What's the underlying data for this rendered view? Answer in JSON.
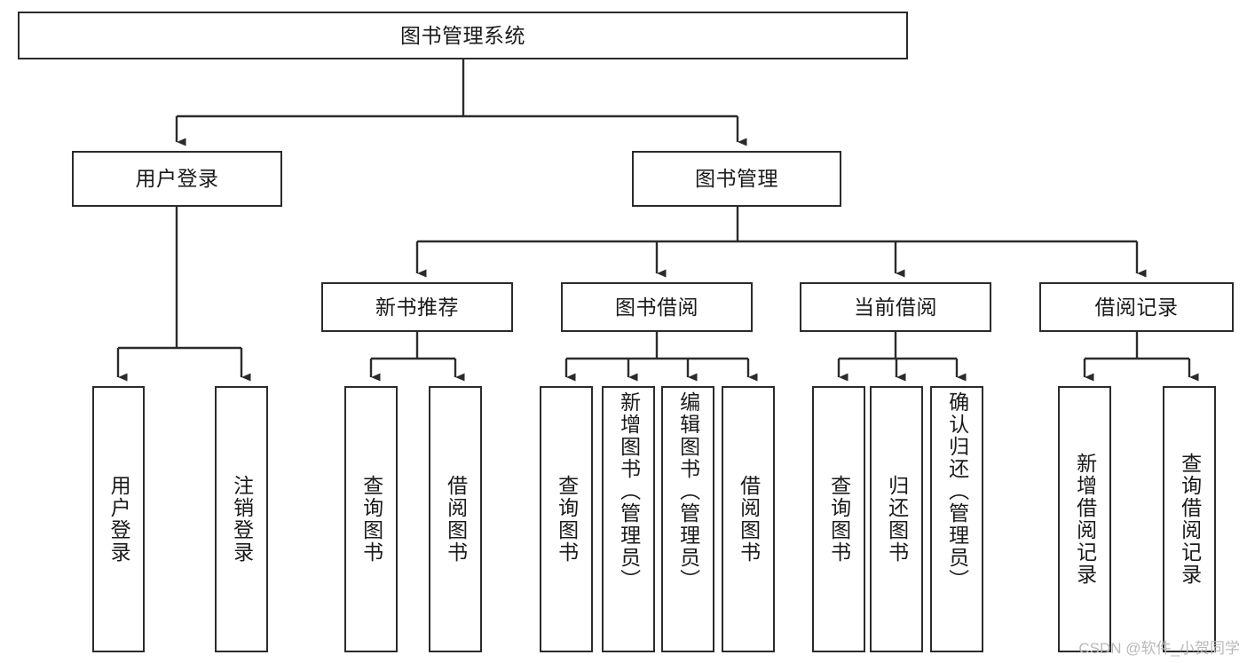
{
  "diagram": {
    "title": "图书管理系统",
    "type": "tree-hierarchy",
    "orientation": "top-down",
    "root": {
      "label": "图书管理系统"
    },
    "level2": [
      {
        "label": "用户登录"
      },
      {
        "label": "图书管理"
      }
    ],
    "level3": [
      {
        "label": "新书推荐"
      },
      {
        "label": "图书借阅"
      },
      {
        "label": "当前借阅"
      },
      {
        "label": "借阅记录"
      }
    ],
    "leaves": {
      "user_login": [
        {
          "label": "用户登录"
        },
        {
          "label": "注销登录"
        }
      ],
      "new_book_recommend": [
        {
          "label": "查询图书"
        },
        {
          "label": "借阅图书"
        }
      ],
      "book_borrow": [
        {
          "label": "查询图书"
        },
        {
          "label": "新增图书（管理员）"
        },
        {
          "label": "编辑图书（管理员）"
        },
        {
          "label": "借阅图书"
        }
      ],
      "current_borrow": [
        {
          "label": "查询图书"
        },
        {
          "label": "归还图书"
        },
        {
          "label": "确认归还（管理员）"
        }
      ],
      "borrow_record": [
        {
          "label": "新增借阅记录"
        },
        {
          "label": "查询借阅记录"
        }
      ]
    }
  },
  "watermark": {
    "text": "CSDN @软件_小贺同学"
  },
  "colors": {
    "border": "#2b2b2b",
    "background": "#ffffff",
    "text": "#1a1a1a",
    "watermark": "#b9b9b9"
  }
}
